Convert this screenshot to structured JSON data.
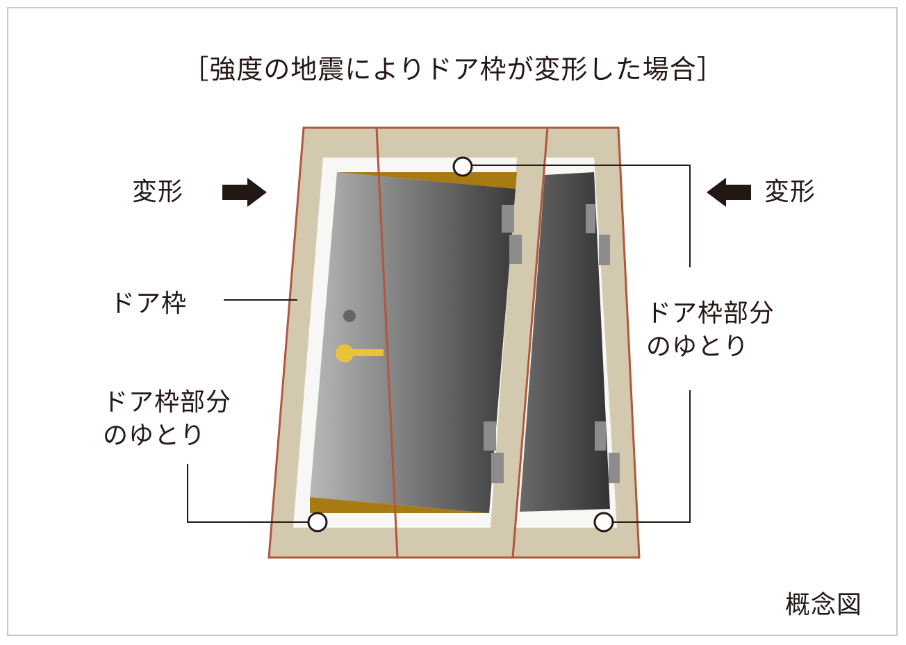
{
  "title": "［強度の地震によりドア枠が変形した場合］",
  "labels": {
    "deform_left": "変形",
    "deform_right": "変形",
    "door_frame": "ドア枠",
    "gap_left_line1": "ドア枠部分",
    "gap_left_line2": "のゆとり",
    "gap_right_line1": "ドア枠部分",
    "gap_right_line2": "のゆとり",
    "concept": "概念図"
  },
  "colors": {
    "frame_fill": "#d3c9ae",
    "frame_outline": "#b0573c",
    "gap_white": "#f7f7f5",
    "gap_gold": "#a77a12",
    "door_light": "#b3b3b3",
    "door_dark": "#3a3a3a",
    "handle": "#e8c33b",
    "text": "#231815"
  },
  "icons": {
    "arrow_left_side": "arrow-right-icon",
    "arrow_right_side": "arrow-left-icon"
  }
}
